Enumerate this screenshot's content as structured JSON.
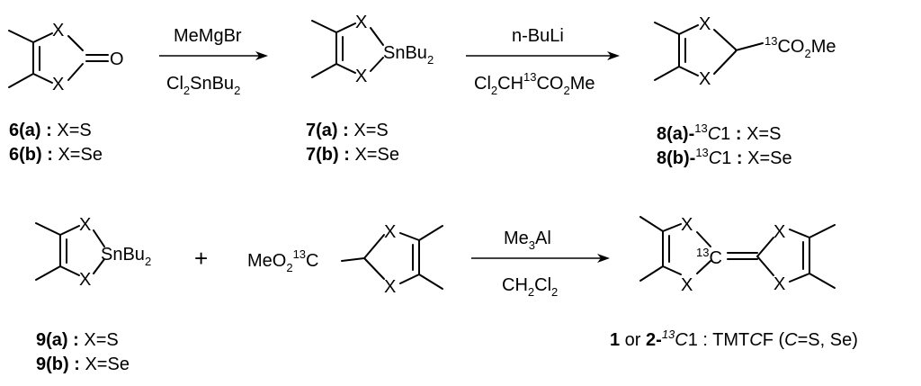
{
  "atoms": {
    "x": "X",
    "o": "O",
    "sn": "SnBu",
    "sn_sub": "2",
    "c": "C",
    "co": "CO",
    "co_sub": "2",
    "me": "Me",
    "meo": "MeO",
    "meo_sub": "2",
    "iso": "13",
    "plus": "+"
  },
  "arrows": [
    {
      "above": "MeMgBr",
      "below_parts": [
        "Cl",
        "2",
        "SnBu",
        "2"
      ]
    },
    {
      "above": "n-BuLi",
      "below_parts": [
        "Cl",
        "2",
        "CH",
        "13",
        "CO",
        "2",
        "Me"
      ]
    },
    {
      "above_parts": [
        "Me",
        "3",
        "Al"
      ],
      "below_parts": [
        "CH",
        "2",
        "Cl",
        "2"
      ]
    }
  ],
  "compounds": {
    "c6a": {
      "id": "6(a)",
      "sep": " : ",
      "desc": "X=S"
    },
    "c6b": {
      "id": "6(b)",
      "sep": " : ",
      "desc": "X=Se"
    },
    "c7a": {
      "id": "7(a)",
      "sep": " : ",
      "desc": "X=S"
    },
    "c7b": {
      "id": "7(b)",
      "sep": " : ",
      "desc": "X=Se"
    },
    "c8a": {
      "id": "8(a)-",
      "iso": "13",
      "c": "C",
      "one": "1",
      "sep": " : ",
      "desc": "X=S"
    },
    "c8b": {
      "id": "8(b)-",
      "iso": "13",
      "c": "C",
      "one": "1",
      "sep": " : ",
      "desc": "X=Se"
    },
    "c9a": {
      "id": "9(a)",
      "sep": " : ",
      "desc": "X=S"
    },
    "c9b": {
      "id": "9(b)",
      "sep": " : ",
      "desc": "X=Se"
    },
    "product": {
      "n1": "1",
      "or": " or ",
      "n2": "2-",
      "iso": "13",
      "c": "C",
      "one": "1",
      "sep": " : TMT",
      "cf_c": "C",
      "cf": "F (",
      "paren_c": "C",
      "paren_rest": "=S, Se)"
    }
  }
}
